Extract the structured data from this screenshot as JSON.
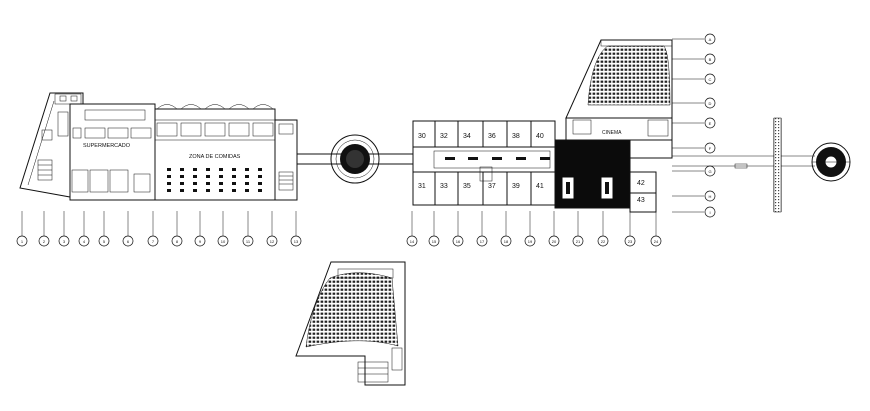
{
  "labels": {
    "supermarket": "SUPERMERCADO",
    "food_court": "ZONA DE COMIDAS",
    "cinema": "CINEMA"
  },
  "shops_upper": [
    "30",
    "32",
    "34",
    "36",
    "38",
    "40"
  ],
  "shops_lower": [
    "31",
    "33",
    "35",
    "37",
    "39",
    "41"
  ],
  "shops_right": [
    "42",
    "43"
  ],
  "grid_bottom": [
    "1",
    "2",
    "3",
    "4",
    "5",
    "6",
    "7",
    "8",
    "9",
    "10",
    "11",
    "12",
    "13",
    "14",
    "15",
    "16",
    "17",
    "18",
    "19",
    "20",
    "21",
    "22",
    "23",
    "24"
  ],
  "grid_right": [
    "A",
    "B",
    "C",
    "D",
    "E",
    "F",
    "G",
    "H",
    "I",
    "J"
  ]
}
